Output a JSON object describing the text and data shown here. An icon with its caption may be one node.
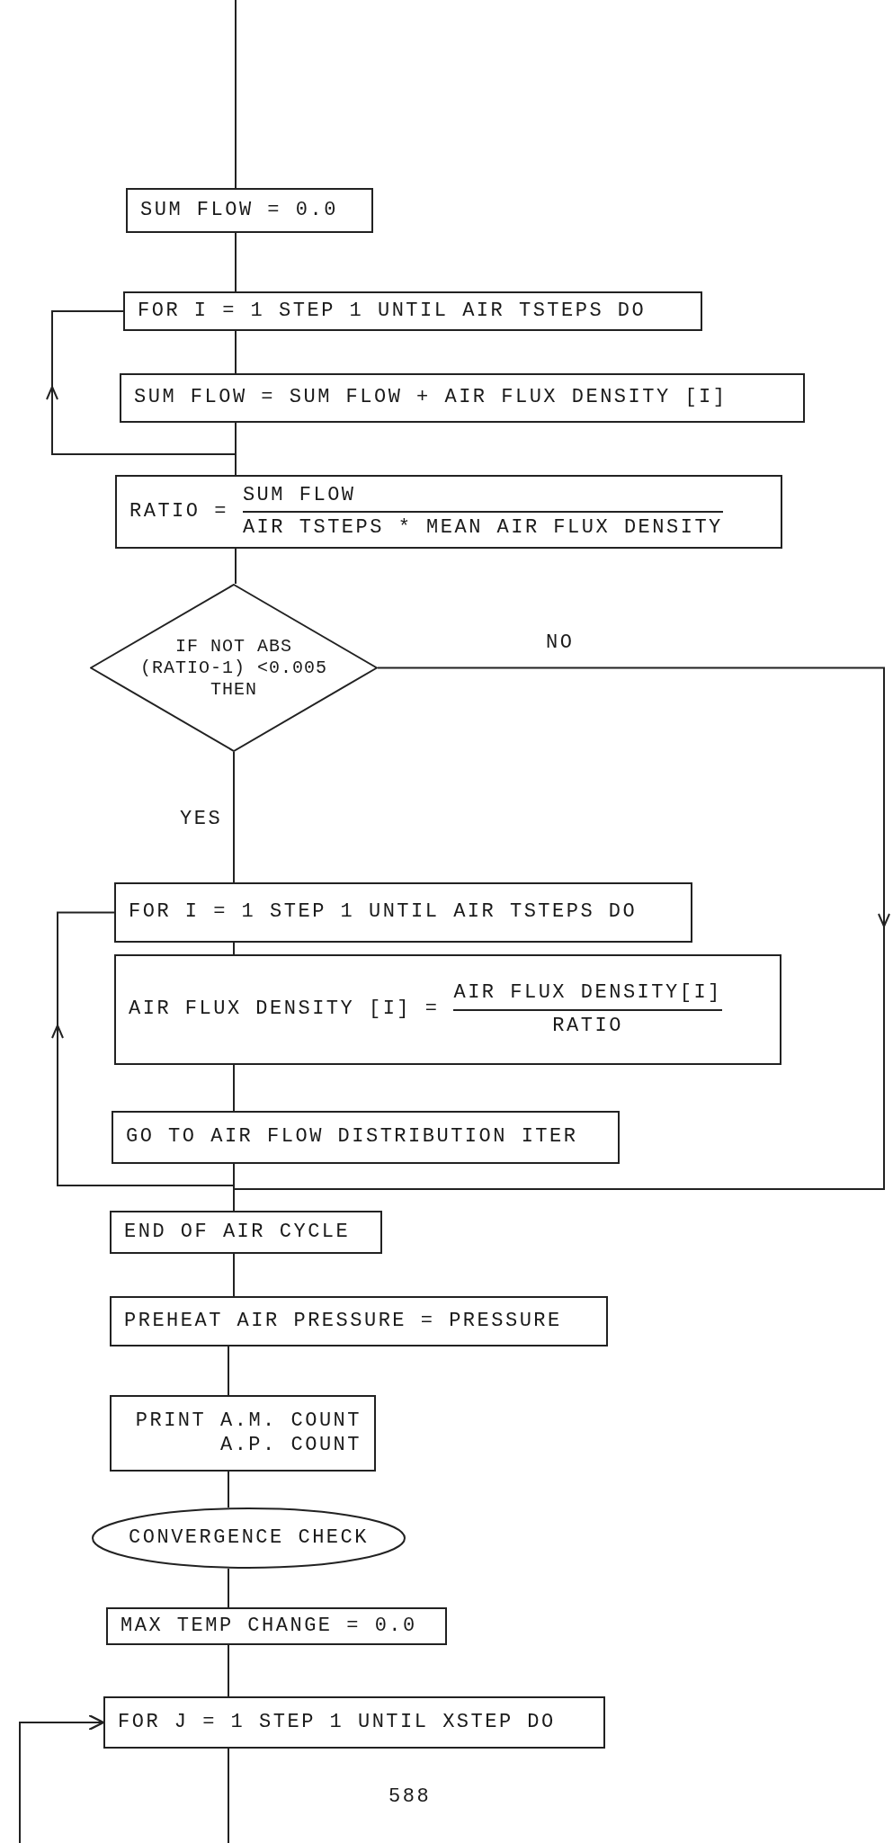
{
  "diagram": {
    "nodes": [
      {
        "text": [
          "SUM FLOW = 0.0"
        ]
      },
      {
        "text": [
          "FOR I = 1 STEP 1 UNTIL AIR TSTEPS DO"
        ]
      },
      {
        "text": [
          "SUM FLOW = SUM FLOW + AIR FLUX DENSITY [I]"
        ]
      },
      {
        "text": [
          "RATIO =",
          "SUM FLOW",
          "AIR TSTEPS * MEAN AIR FLUX DENSITY"
        ]
      },
      {
        "text": [
          "IF NOT ABS (RATIO-1) <0.005 THEN"
        ]
      },
      {
        "text": [
          "FOR I = 1 STEP 1 UNTIL AIR TSTEPS DO"
        ]
      },
      {
        "text": [
          "AIR FLUX DENSITY [I] =",
          "AIR FLUX DENSITY[I]",
          "RATIO"
        ]
      },
      {
        "text": [
          "GO TO AIR FLOW DISTRIBUTION ITER"
        ]
      },
      {
        "text": [
          "END OF AIR CYCLE"
        ]
      },
      {
        "text": [
          "PREHEAT AIR PRESSURE = PRESSURE"
        ]
      },
      {
        "text": [
          "PRINT A.M. COUNT",
          "A.P. COUNT"
        ]
      },
      {
        "text": [
          "CONVERGENCE CHECK"
        ]
      },
      {
        "text": [
          "MAX TEMP CHANGE = 0.0"
        ]
      },
      {
        "text": [
          "FOR J = 1 STEP 1 UNTIL XSTEP DO"
        ]
      }
    ],
    "edges": [
      {
        "from": null,
        "to": 0,
        "arrow": "none"
      },
      {
        "from": 0,
        "to": 1,
        "arrow": "none"
      },
      {
        "from": 1,
        "to": 2,
        "arrow": "none"
      },
      {
        "from": 2,
        "to": 3,
        "arrow": "none"
      },
      {
        "from": 2,
        "to": 1,
        "arrow": "to"
      },
      {
        "from": 3,
        "to": 4,
        "arrow": "none"
      },
      {
        "from": 4,
        "to": 5,
        "arrow": "none",
        "label": "YES"
      },
      {
        "from": 4,
        "to": 8,
        "arrow": "to",
        "label": "NO"
      },
      {
        "from": 5,
        "to": 6,
        "arrow": "none"
      },
      {
        "from": 6,
        "to": 7,
        "arrow": "none"
      },
      {
        "from": 7,
        "to": 5,
        "arrow": "to"
      },
      {
        "from": 7,
        "to": 8,
        "arrow": "none"
      },
      {
        "from": 8,
        "to": 9,
        "arrow": "none"
      },
      {
        "from": 9,
        "to": 10,
        "arrow": "none"
      },
      {
        "from": 10,
        "to": 11,
        "arrow": "none"
      },
      {
        "from": 11,
        "to": 12,
        "arrow": "none"
      },
      {
        "from": 12,
        "to": 13,
        "arrow": "none"
      },
      {
        "from": 13,
        "to": null,
        "arrow": "none"
      },
      {
        "from": null,
        "to": 13,
        "arrow": "to"
      }
    ],
    "labels": [
      "588"
    ]
  }
}
